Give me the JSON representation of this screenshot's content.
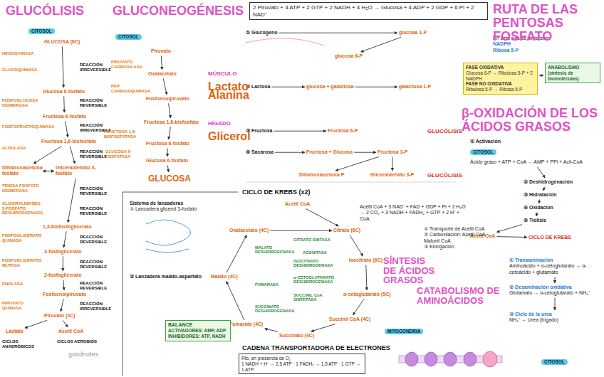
{
  "diagram": {
    "nodes": [
      {
        "text": [
          "CITOSOL"
        ]
      },
      {
        "text": [
          "GLUCOSA (6C)"
        ]
      },
      {
        "text": [
          "Glucosa 6-fosfato"
        ]
      },
      {
        "text": [
          "Fructosa 6-fosfato"
        ]
      },
      {
        "text": [
          "Fructosa 1,6-bisfosfato"
        ]
      },
      {
        "text": [
          "Dihidroxiacetona fosfato"
        ]
      },
      {
        "text": [
          "Gliceraldehído 3-fosfato"
        ]
      },
      {
        "text": [
          "1,3-bisfosfoglicerato"
        ]
      },
      {
        "text": [
          "3-fosfoglicerato"
        ]
      },
      {
        "text": [
          "2-fosfoglicerato"
        ]
      },
      {
        "text": [
          "Fosfoenolpiruvato"
        ]
      },
      {
        "text": [
          "Piruvato (3C)"
        ]
      },
      {
        "text": [
          "Lactato"
        ]
      },
      {
        "text": [
          "Acetil CoA"
        ]
      },
      {
        "text": [
          "CITOSOL"
        ]
      },
      {
        "text": [
          "Piruvato"
        ]
      },
      {
        "text": [
          "Oxalacetato"
        ]
      },
      {
        "text": [
          "Fosfoenolpiruvato"
        ]
      },
      {
        "text": [
          "Fructosa 1,6-bisfosfato"
        ]
      },
      {
        "text": [
          "Fructosa 6-fosfato"
        ]
      },
      {
        "text": [
          "Glucosa 6-fosfato"
        ]
      },
      {
        "text": [
          "GLUCOSA"
        ]
      },
      {
        "text": [
          "2 Piruvato + 4 ATP + 2 GTP + 2 NADH + 4 H₂O → Glucosa + 4 ADP + 2 GDP + 6 Pi + 2 NAD⁺"
        ]
      },
      {
        "text": [
          "① Glucógeno"
        ]
      },
      {
        "text": [
          "glucosa 1-P"
        ]
      },
      {
        "text": [
          "glucosa 6-P"
        ]
      },
      {
        "text": [
          "② Lactosa"
        ]
      },
      {
        "text": [
          "glucosa + galactosa"
        ]
      },
      {
        "text": [
          "galactosa 1-P"
        ]
      },
      {
        "text": [
          "③ Fructosa"
        ]
      },
      {
        "text": [
          "Fructosa 6-P"
        ]
      },
      {
        "text": [
          "④ Sacarosa"
        ]
      },
      {
        "text": [
          "Fructosa + Glucosa"
        ]
      },
      {
        "text": [
          "Fructosa 1-P"
        ]
      },
      {
        "text": [
          "Dihidroxiacetona P"
        ]
      },
      {
        "text": [
          "Gliceraldehído 3-P"
        ]
      },
      {
        "text": [
          "En esta ruta se sintetizan:",
          "NADPH",
          "Ribosa 5-P"
        ]
      },
      {
        "text": [
          "FASE OXIDATIVA",
          "Glucosa 6-P → Ribulosa 5-P + 2 NADPH",
          "FASE NO OXIDATIVA",
          "Ribulosa 5-P → Ribosa 5-P"
        ]
      },
      {
        "text": [
          "ANABOLISMO",
          "(síntesis de biomoléculas)"
        ]
      },
      {
        "text": [
          "① Activación"
        ]
      },
      {
        "text": [
          "CITOSOL"
        ]
      },
      {
        "text": [
          "Ácido graso + ATP + CoA → AMP + PPi + Acil-CoA"
        ]
      },
      {
        "text": [
          "② Deshidrogenación"
        ]
      },
      {
        "text": [
          "③ Hidratación"
        ]
      },
      {
        "text": [
          "④ Oxidación"
        ]
      },
      {
        "text": [
          "⑤ Tiólisis"
        ]
      },
      {
        "text": [
          "Acetil CoA"
        ]
      },
      {
        "text": [
          "CICLO DE KREBS"
        ]
      },
      {
        "text": [
          "① Transaminación",
          "Aminoácido + α-cetoglutarato → α-cetoácido + glutamato"
        ]
      },
      {
        "text": [
          "② Desaminación oxidativa",
          "Glutamato → α-cetoglutarato + NH₄⁺"
        ]
      },
      {
        "text": [
          "③ Ciclo de la urea",
          "NH₄⁺ → Urea (hígado)"
        ]
      },
      {
        "text": [
          "CITOSOL"
        ]
      },
      {
        "text": [
          "Acetil CoA"
        ]
      },
      {
        "text": [
          "Oxalacetato (4C)"
        ]
      },
      {
        "text": [
          "Citrato (6C)"
        ]
      },
      {
        "text": [
          "Isocitrato (6C)"
        ]
      },
      {
        "text": [
          "α-cetoglutarato (5C)"
        ]
      },
      {
        "text": [
          "Succinil CoA (4C)"
        ]
      },
      {
        "text": [
          "Succinato (4C)"
        ]
      },
      {
        "text": [
          "Fumarato (4C)"
        ]
      },
      {
        "text": [
          "Malato (4C)"
        ]
      },
      {
        "text": [
          "MITOCONDRIA"
        ]
      },
      {
        "text": [
          "Sistema de lanzaderas",
          "① Lanzadera glicerol 3-fosfato"
        ]
      },
      {
        "text": [
          "② Lanzadera malato-aspartato"
        ]
      },
      {
        "text": [
          "BALANCE",
          "ACTIVADORES: AMP, ADP",
          "INHIBIDORES: ATP, NADH"
        ]
      },
      {
        "text": [
          "Rto. en presencia de O₂",
          "1 NADH + H⁺ → 2,5 ATP · 1 FADH₂ → 1,5 ATP · 1 GTP → 1 ATP"
        ]
      },
      {
        "text": [
          "Acetil CoA + 3 NAD⁺ + FAD + GDP + Pi + 2 H₂O → 2 CO₂ + 3 NADH + FADH₂ + GTP + 2 H⁺ + CoA"
        ]
      },
      {
        "text": [
          "① Transporte de Acetil CoA",
          "② Carboxilación: Acetil CoA → Malonil CoA",
          "③ Elongación"
        ]
      }
    ],
    "edges": [
      {
        "from": 1,
        "to": 2,
        "arrow": "to"
      },
      {
        "from": 2,
        "to": 3,
        "arrow": "to"
      },
      {
        "from": 3,
        "to": 4,
        "arrow": "to"
      },
      {
        "from": 4,
        "to": 5,
        "arrow": "to"
      },
      {
        "from": 4,
        "to": 6,
        "arrow": "to"
      },
      {
        "from": 5,
        "to": 6,
        "arrow": "both"
      },
      {
        "from": 6,
        "to": 7,
        "arrow": "to"
      },
      {
        "from": 7,
        "to": 8,
        "arrow": "to"
      },
      {
        "from": 8,
        "to": 9,
        "arrow": "to"
      },
      {
        "from": 9,
        "to": 10,
        "arrow": "to"
      },
      {
        "from": 10,
        "to": 11,
        "arrow": "to"
      },
      {
        "from": 11,
        "to": 12,
        "arrow": "to"
      },
      {
        "from": 11,
        "to": 13,
        "arrow": "to"
      },
      {
        "from": 15,
        "to": 16,
        "arrow": "to"
      },
      {
        "from": 16,
        "to": 17,
        "arrow": "to"
      },
      {
        "from": 17,
        "to": 18,
        "arrow": "to"
      },
      {
        "from": 18,
        "to": 19,
        "arrow": "to"
      },
      {
        "from": 19,
        "to": 20,
        "arrow": "to"
      },
      {
        "from": 20,
        "to": 21,
        "arrow": "to"
      },
      {
        "from": 23,
        "to": 24,
        "arrow": "to"
      },
      {
        "from": 24,
        "to": 25,
        "arrow": "to"
      },
      {
        "from": 26,
        "to": 27,
        "arrow": "to"
      },
      {
        "from": 27,
        "to": 28,
        "arrow": "to"
      },
      {
        "from": 29,
        "to": 30,
        "arrow": "to"
      },
      {
        "from": 31,
        "to": 32,
        "arrow": "to"
      },
      {
        "from": 32,
        "to": 33,
        "arrow": "to"
      },
      {
        "from": 33,
        "to": 34,
        "arrow": "to"
      },
      {
        "from": 33,
        "to": 35,
        "arrow": "to"
      },
      {
        "from": 37,
        "to": 38,
        "arrow": "to"
      },
      {
        "from": 41,
        "to": 42,
        "arrow": "to"
      },
      {
        "from": 42,
        "to": 43,
        "arrow": "to"
      },
      {
        "from": 43,
        "to": 44,
        "arrow": "to"
      },
      {
        "from": 44,
        "to": 45,
        "arrow": "to"
      },
      {
        "from": 45,
        "to": 46,
        "arrow": "to"
      },
      {
        "from": 46,
        "to": 47,
        "arrow": "to"
      },
      {
        "from": 48,
        "to": 49,
        "arrow": "to"
      },
      {
        "from": 49,
        "to": 50,
        "arrow": "to"
      },
      {
        "from": 52,
        "to": 54,
        "arrow": "to"
      },
      {
        "from": 53,
        "to": 54,
        "arrow": "to"
      },
      {
        "from": 54,
        "to": 55,
        "arrow": "to"
      },
      {
        "from": 55,
        "to": 56,
        "arrow": "to"
      },
      {
        "from": 56,
        "to": 57,
        "arrow": "to"
      },
      {
        "from": 57,
        "to": 58,
        "arrow": "to"
      },
      {
        "from": 58,
        "to": 59,
        "arrow": "to"
      },
      {
        "from": 59,
        "to": 60,
        "arrow": "to"
      },
      {
        "from": 60,
        "to": 53,
        "arrow": "to"
      }
    ],
    "labels": [
      "GLUCÓLISIS",
      "GLUCONEOGÉNESIS",
      "RUTA DE LAS PENTOSAS FOSFATO",
      "β-OXIDACIÓN DE LOS ÁCIDOS GRASOS",
      "CICLO DE KREBS (x2)",
      "SÍNTESIS DE ÁCIDOS GRASOS",
      "CATABOLISMO DE AMINOÁCIDOS",
      "HEXOQUINASA",
      "GLUCOQUINASA",
      "FOSFOGLUCOSA ISOMERASA",
      "FOSFOFRUCTOQUINASA",
      "ALDOLASA",
      "TRIOSA FOSFATO ISOMERASA",
      "GLICERALDEHÍDO 3-FOSFATO DESHIDROGENASA",
      "FOSFOGLICERATO QUINASA",
      "FOSFOGLICERATO MUTASA",
      "ENOLASA",
      "PIRUVATO QUINASA",
      "REACCIÓN IRREVERSIBLE",
      "REACCIÓN REVERSIBLE",
      "REACCIÓN IRREVERSIBLE",
      "REACCIÓN REVERSIBLE",
      "REACCIÓN REVERSIBLE",
      "REACCIÓN REVERSIBLE",
      "REACCIÓN REVERSIBLE",
      "REACCIÓN REVERSIBLE",
      "REACCIÓN REVERSIBLE",
      "REACCIÓN IRREVERSIBLE",
      "PIRUVATO CARBOXILASA",
      "PEP CARBOXIQUINASA",
      "FRUCTOSA 1,6-BISFOSFATASA",
      "GLUCOSA 6-FOSFATASA",
      "MÚSCULO",
      "Lactato",
      "Alanina",
      "HÍGADO",
      "Glicerol",
      "GLUCÓLISIS",
      "GLUCÓLISIS",
      "CITRATO SINTASA",
      "ACONITASA",
      "ISOCITRATO DESHIDROGENASA",
      "α-CETOGLUTARATO DESHIDROGENASA",
      "SUCCINIL CoA SINTETASA",
      "MALATO DESHIDROGENASA",
      "FUMARASA",
      "SUCCINATO DESHIDROGENASA",
      "CADENA TRANSPORTADORA DE ELECTRONES",
      "goodnotes",
      "CICLOS ANAERÓBICOS",
      "CICLOS AEROBIOS"
    ]
  }
}
